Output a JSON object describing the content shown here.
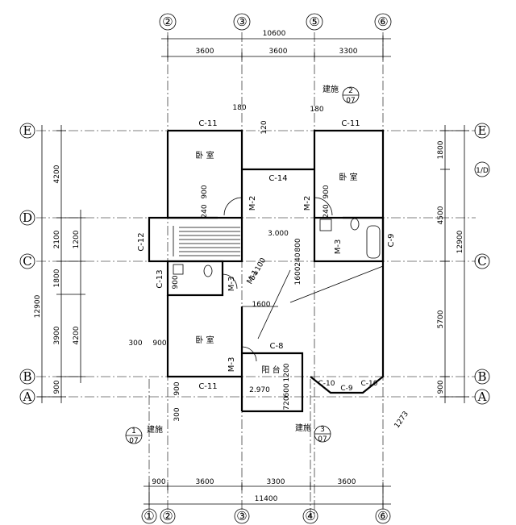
{
  "grid_axes": {
    "top": [
      "②",
      "③",
      "⑤",
      "⑥"
    ],
    "bottom": [
      "①",
      "②",
      "③",
      "④",
      "⑥"
    ],
    "rows": [
      "E",
      "D",
      "C",
      "B",
      "A"
    ],
    "right_extra": "1/D"
  },
  "dims": {
    "top_total": "10600",
    "top_segments": [
      "3600",
      "3600",
      "3300"
    ],
    "bottom_total": "11400",
    "bottom_segments": [
      "900",
      "3600",
      "3300",
      "3600"
    ],
    "left_outer_total": "12900",
    "left_outer": [
      "4200",
      "2100",
      "1800",
      "3900",
      "900"
    ],
    "left_inner": [
      "1200",
      "4200"
    ],
    "right_segments": [
      "1800",
      "4500",
      "5700",
      "900"
    ],
    "right_total": "12900",
    "misc": [
      "180",
      "120",
      "180",
      "900",
      "240",
      "240",
      "900",
      "900",
      "300",
      "900",
      "900",
      "300",
      "1600",
      "1600",
      "800",
      "240",
      "1200",
      "600",
      "720",
      "1273",
      "300",
      "900"
    ]
  },
  "rooms": [
    {
      "label": "卧 室"
    },
    {
      "label": "卧 室"
    },
    {
      "label": "卧 室"
    },
    {
      "label": "阳 台"
    }
  ],
  "openings": [
    "C-11",
    "C-11",
    "C-14",
    "C-12",
    "C-13",
    "C-9",
    "C-8",
    "C-11",
    "C-10",
    "C-9",
    "C-10",
    "M-2",
    "M-2",
    "M-3",
    "M-1",
    "M-3",
    "M-3"
  ],
  "elevations": [
    "3.000",
    "2.970"
  ],
  "slab": "δ=100",
  "callouts": [
    {
      "text": "建施",
      "num": "1",
      "sheet": "07"
    },
    {
      "text": "建施",
      "num": "2",
      "sheet": "07"
    },
    {
      "text": "建施",
      "num": "3",
      "sheet": "07"
    }
  ]
}
